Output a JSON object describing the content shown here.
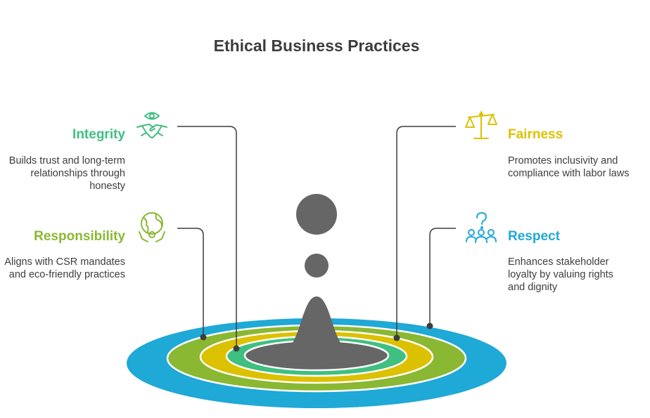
{
  "title": "Ethical Business Practices",
  "items": [
    {
      "label": "Integrity",
      "description": "Builds trust and long-term relationships through honesty",
      "color": "#3fbf80",
      "icon": "handshake-eye-icon"
    },
    {
      "label": "Responsibility",
      "description": "Aligns with CSR mandates and eco-friendly practices",
      "color": "#8ab832",
      "icon": "globe-hands-icon"
    },
    {
      "label": "Fairness",
      "description": "Promotes inclusivity and compliance with labor laws",
      "color": "#dcc100",
      "icon": "scales-icon"
    },
    {
      "label": "Respect",
      "description": "Enhances stakeholder loyalty by valuing rights and dignity",
      "color": "#1fa9d6",
      "icon": "people-group-icon"
    }
  ],
  "rings": {
    "outer": "#1fa9d6",
    "second": "#8ab832",
    "third": "#dcc100",
    "fourth": "#3fbf80",
    "center": "#666666"
  }
}
